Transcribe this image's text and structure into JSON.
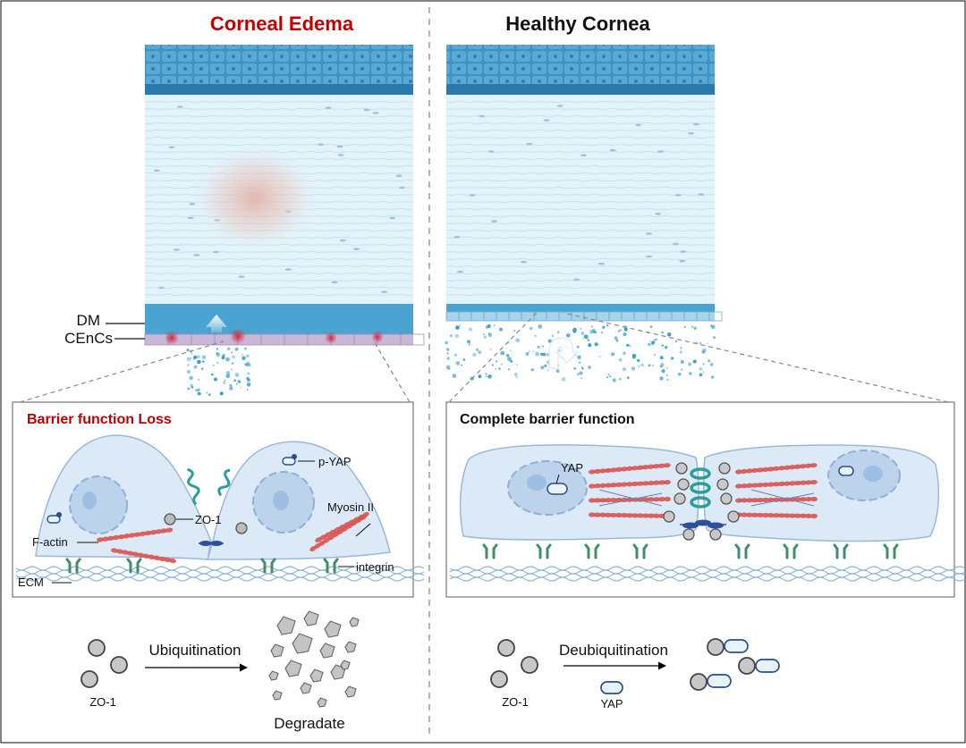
{
  "left": {
    "title": "Corneal Edema",
    "layer_labels": {
      "dm": "DM",
      "cencs": "CEnCs"
    },
    "panel_title": "Barrier function Loss",
    "cell_labels": {
      "pyap": "p-YAP",
      "zo1": "ZO-1",
      "factin": "F-actin",
      "myosin": "Myosin II",
      "integrin": "integrin",
      "ecm": "ECM"
    },
    "process": {
      "zo1": "ZO-1",
      "arrow": "Ubiquitination",
      "result": "Degradate"
    }
  },
  "right": {
    "title": "Healthy Cornea",
    "panel_title": "Complete barrier function",
    "cell_labels": {
      "yap": "YAP"
    },
    "process": {
      "zo1": "ZO-1",
      "arrow": "Deubiquitination",
      "yap": "YAP"
    }
  },
  "colors": {
    "edema_title": "#c00000",
    "panel_title_loss": "#c00000",
    "epithelium": "#2f86b8",
    "stroma": "#e3f3fa",
    "descemet": "#4ba3cf",
    "endothelium_damaged": "#c8b6d6",
    "lesion": "#d2283c",
    "cell_fill": "#dceaf7",
    "nucleus": "#bdd3ec",
    "actin": "#d9534f",
    "integrin": "#3f8f6a",
    "zo1": "#b9b9b9",
    "junction": "#2f4f9f",
    "ecm": "#8fb8d8"
  }
}
